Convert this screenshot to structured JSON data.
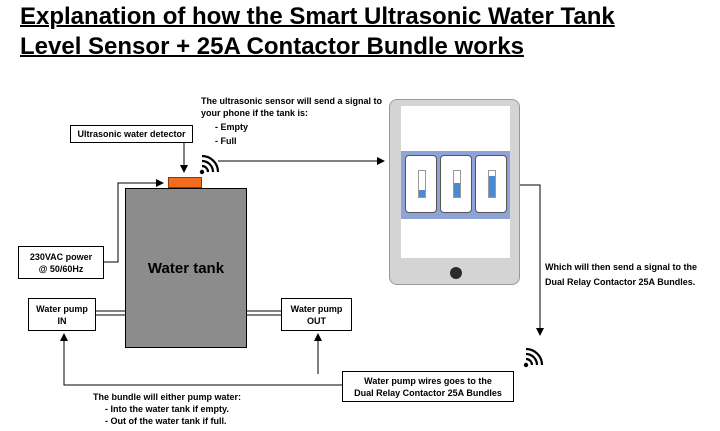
{
  "title": {
    "line1": "Explanation of how the Smart Ultrasonic Water Tank",
    "line2": "Level Sensor + 25A Contactor Bundle works"
  },
  "labels": {
    "ultrasonic_detector": "Ultrasonic water detector",
    "power_line1": "230VAC power",
    "power_line2": "@ 50/60Hz",
    "water_tank": "Water tank",
    "pump_in_line1": "Water pump",
    "pump_in_line2": "IN",
    "pump_out_line1": "Water pump",
    "pump_out_line2": "OUT",
    "wires_line1": "Water pump wires goes to the",
    "wires_line2": "Dual Relay Contactor 25A Bundles"
  },
  "annotations": {
    "sensor_signal": {
      "line1": "The ultrasonic sensor will send a signal to",
      "line2": "your phone if the tank is:",
      "item1": "- Empty",
      "item2": "- Full"
    },
    "relay_signal": {
      "line1": "Which will then send a signal to the",
      "line2": "Dual Relay Contactor 25A Bundles."
    },
    "bundle_action": {
      "line1": "The bundle will either pump water:",
      "item1": "- Into the water tank if empty.",
      "item2": "- Out of the water tank if full."
    }
  },
  "colors": {
    "tank_fill": "#8c8c8c",
    "sensor_fill": "#f26c1c",
    "phone_body": "#d4d4d4",
    "phone_band": "#8ea3d8",
    "level_bar": "#4a8ad0"
  },
  "icons": [
    "wifi-signal-icon",
    "wifi-signal-icon"
  ],
  "phone_screens": [
    {
      "level": 0.25
    },
    {
      "level": 0.55
    },
    {
      "level": 0.8
    }
  ]
}
